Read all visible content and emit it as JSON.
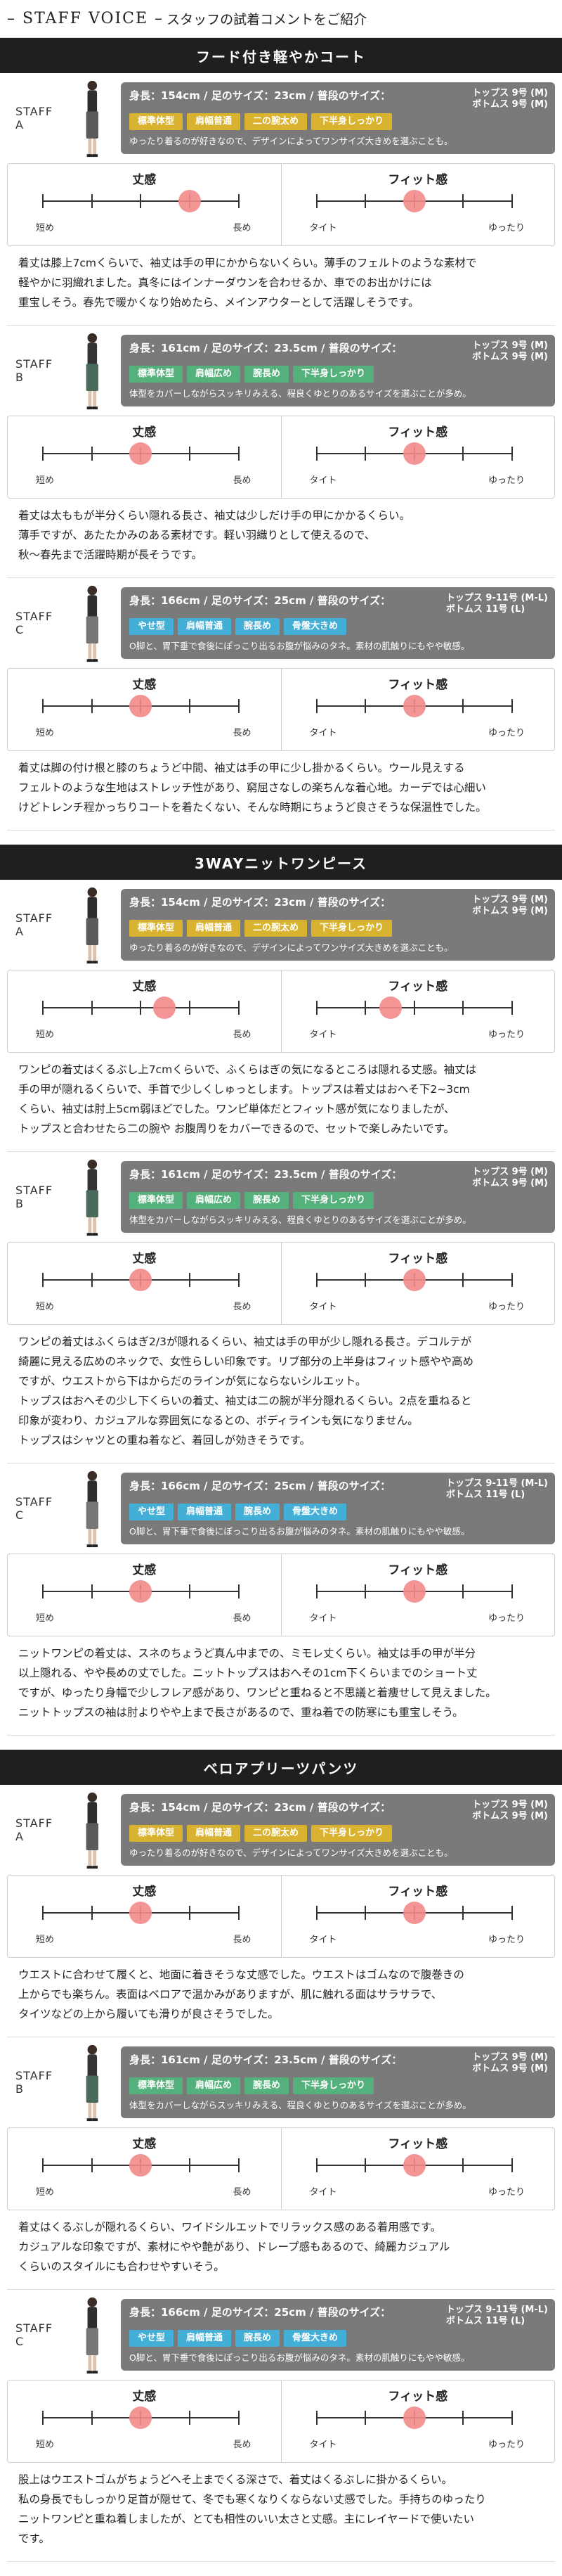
{
  "header": {
    "title_en": "– STAFF VOICE –",
    "title_jp": "スタッフの試着コメントをご紹介"
  },
  "meter_labels": {
    "length_title": "丈感",
    "length_left": "短め",
    "length_right": "長め",
    "fit_title": "フィット感",
    "fit_left": "タイト",
    "fit_right": "ゆったり"
  },
  "staff_profiles": [
    {
      "label": "STAFF A",
      "info": "身長：154cm / 足のサイズ：23cm / 普段のサイズ：",
      "size_top": "トップス 9号 (M)",
      "size_bottom": "ボトムス 9号 (M)",
      "tags": [
        {
          "text": "標準体型",
          "color": "yellow"
        },
        {
          "text": "肩幅普通",
          "color": "yellow"
        },
        {
          "text": "二の腕太め",
          "color": "yellow"
        },
        {
          "text": "下半身しっかり",
          "color": "yellow"
        }
      ],
      "note": "ゆったり着るのが好きなので、デザインによってワンサイズ大きめを選ぶことも。"
    },
    {
      "label": "STAFF B",
      "info": "身長：161cm / 足のサイズ：23.5cm / 普段のサイズ：",
      "size_top": "トップス 9号 (M)",
      "size_bottom": "ボトムス 9号 (M)",
      "tags": [
        {
          "text": "標準体型",
          "color": "green"
        },
        {
          "text": "肩幅広め",
          "color": "green"
        },
        {
          "text": "腕長め",
          "color": "green"
        },
        {
          "text": "下半身しっかり",
          "color": "green"
        }
      ],
      "note": "体型をカバーしながらスッキリみえる、程良くゆとりのあるサイズを選ぶことが多め。"
    },
    {
      "label": "STAFF C",
      "info": "身長：166cm / 足のサイズ：25cm / 普段のサイズ：",
      "size_top": "トップス 9-11号 (M-L)",
      "size_bottom": "ボトムス 11号 (L)",
      "tags": [
        {
          "text": "やせ型",
          "color": "blue"
        },
        {
          "text": "肩幅普通",
          "color": "blue"
        },
        {
          "text": "腕長め",
          "color": "blue"
        },
        {
          "text": "骨盤大きめ",
          "color": "blue"
        }
      ],
      "note": "O脚と、胃下垂で食後にぽっこり出るお腹が悩みのタネ。素材の肌触りにもやや敏感。"
    }
  ],
  "sections": [
    {
      "title": "フード付き軽やかコート",
      "entries": [
        {
          "length_pos": 0.75,
          "fit_pos": 0.5,
          "comment": [
            "着丈は膝上7cmくらいで、袖丈は手の甲にかからないくらい。薄手のフェルトのような素材で",
            "軽やかに羽織れました。真冬にはインナーダウンを合わせるか、車でのお出かけには",
            "重宝しそう。春先で暖かくなり始めたら、メインアウターとして活躍しそうです。"
          ]
        },
        {
          "length_pos": 0.5,
          "fit_pos": 0.5,
          "comment": [
            "着丈は太ももが半分くらい隠れる長さ、袖丈は少しだけ手の甲にかかるくらい。",
            "薄手ですが、あたたかみのある素材です。軽い羽織りとして使えるので、",
            "秋〜春先まで活躍時期が長そうです。"
          ]
        },
        {
          "length_pos": 0.5,
          "fit_pos": 0.5,
          "comment": [
            "着丈は脚の付け根と膝のちょうど中間、袖丈は手の甲に少し掛かるくらい。ウール見えする",
            "フェルトのような生地はストレッチ性があり、窮屈さなしの楽ちんな着心地。カーデでは心細い",
            "けどトレンチ程かっちりコートを着たくない、そんな時期にちょうど良さそうな保温性でした。"
          ]
        }
      ]
    },
    {
      "title": "3WAYニットワンピース",
      "entries": [
        {
          "length_pos": 0.62,
          "fit_pos": 0.38,
          "comment": [
            "ワンピの着丈はくるぶし上7cmくらいで、ふくらはぎの気になるところは隠れる丈感。袖丈は",
            "手の甲が隠れるくらいで、手首で少しくしゅっとします。トップスは着丈はおへそ下2~3cm",
            "くらい、袖丈は肘上5cm弱ほどでした。ワンピ単体だとフィット感が気になりましたが、",
            "トップスと合わせたら二の腕や お腹周りをカバーできるので、セットで楽しみたいです。"
          ]
        },
        {
          "length_pos": 0.5,
          "fit_pos": 0.5,
          "comment": [
            "ワンピの着丈はふくらはぎ2/3が隠れるくらい、袖丈は手の甲が少し隠れる長さ。デコルテが",
            "綺麗に見える広めのネックで、女性らしい印象です。リブ部分の上半身はフィット感やや高め",
            "ですが、ウエストから下はからだのラインが気にならないシルエット。",
            "トップスはおへその少し下くらいの着丈、袖丈は二の腕が半分隠れるくらい。2点を重ねると",
            "印象が変わり、カジュアルな雰囲気になるとの、ボディラインも気になりません。",
            "トップスはシャツとの重ね着など、着回しが効きそうです。"
          ]
        },
        {
          "length_pos": 0.5,
          "fit_pos": 0.5,
          "comment": [
            "ニットワンピの着丈は、スネのちょうど真ん中までの、ミモレ丈くらい。袖丈は手の甲が半分",
            "以上隠れる、やや長めの丈でした。ニットトップスはおへその1cm下くらいまでのショート丈",
            "ですが、ゆったり身幅で少しフレア感があり、ワンピと重ねると不思議と着痩せして見えました。",
            "ニットトップスの袖は肘よりやや上まで長さがあるので、重ね着での防寒にも重宝しそう。"
          ]
        }
      ]
    },
    {
      "title": "ベロアプリーツパンツ",
      "entries": [
        {
          "length_pos": 0.5,
          "fit_pos": 0.5,
          "comment": [
            "ウエストに合わせて履くと、地面に着きそうな丈感でした。ウエストはゴムなので腹巻きの",
            "上からでも楽ちん。表面はベロアで温かみがありますが、肌に触れる面はサラサラで、",
            "タイツなどの上から履いても滑りが良さそうでした。"
          ]
        },
        {
          "length_pos": 0.5,
          "fit_pos": 0.5,
          "comment": [
            "着丈はくるぶしが隠れるくらい、ワイドシルエットでリラックス感のある着用感です。",
            "カジュアルな印象ですが、素材にやや艶があり、ドレープ感もあるので、綺麗カジュアル",
            "くらいのスタイルにも合わせやすいそう。"
          ]
        },
        {
          "length_pos": 0.5,
          "fit_pos": 0.5,
          "comment": [
            "股上はウエストゴムがちょうどへそ上までくる深さで、着丈はくるぶしに掛かるくらい。",
            "私の身長でもしっかり足首が隠せて、冬でも寒くなりくならない丈感でした。手持ちのゆったり",
            "ニットワンピと重ね着しましたが、とても相性のいい太さと丈感。主にレイヤードで使いたい",
            "です。"
          ]
        }
      ]
    }
  ]
}
